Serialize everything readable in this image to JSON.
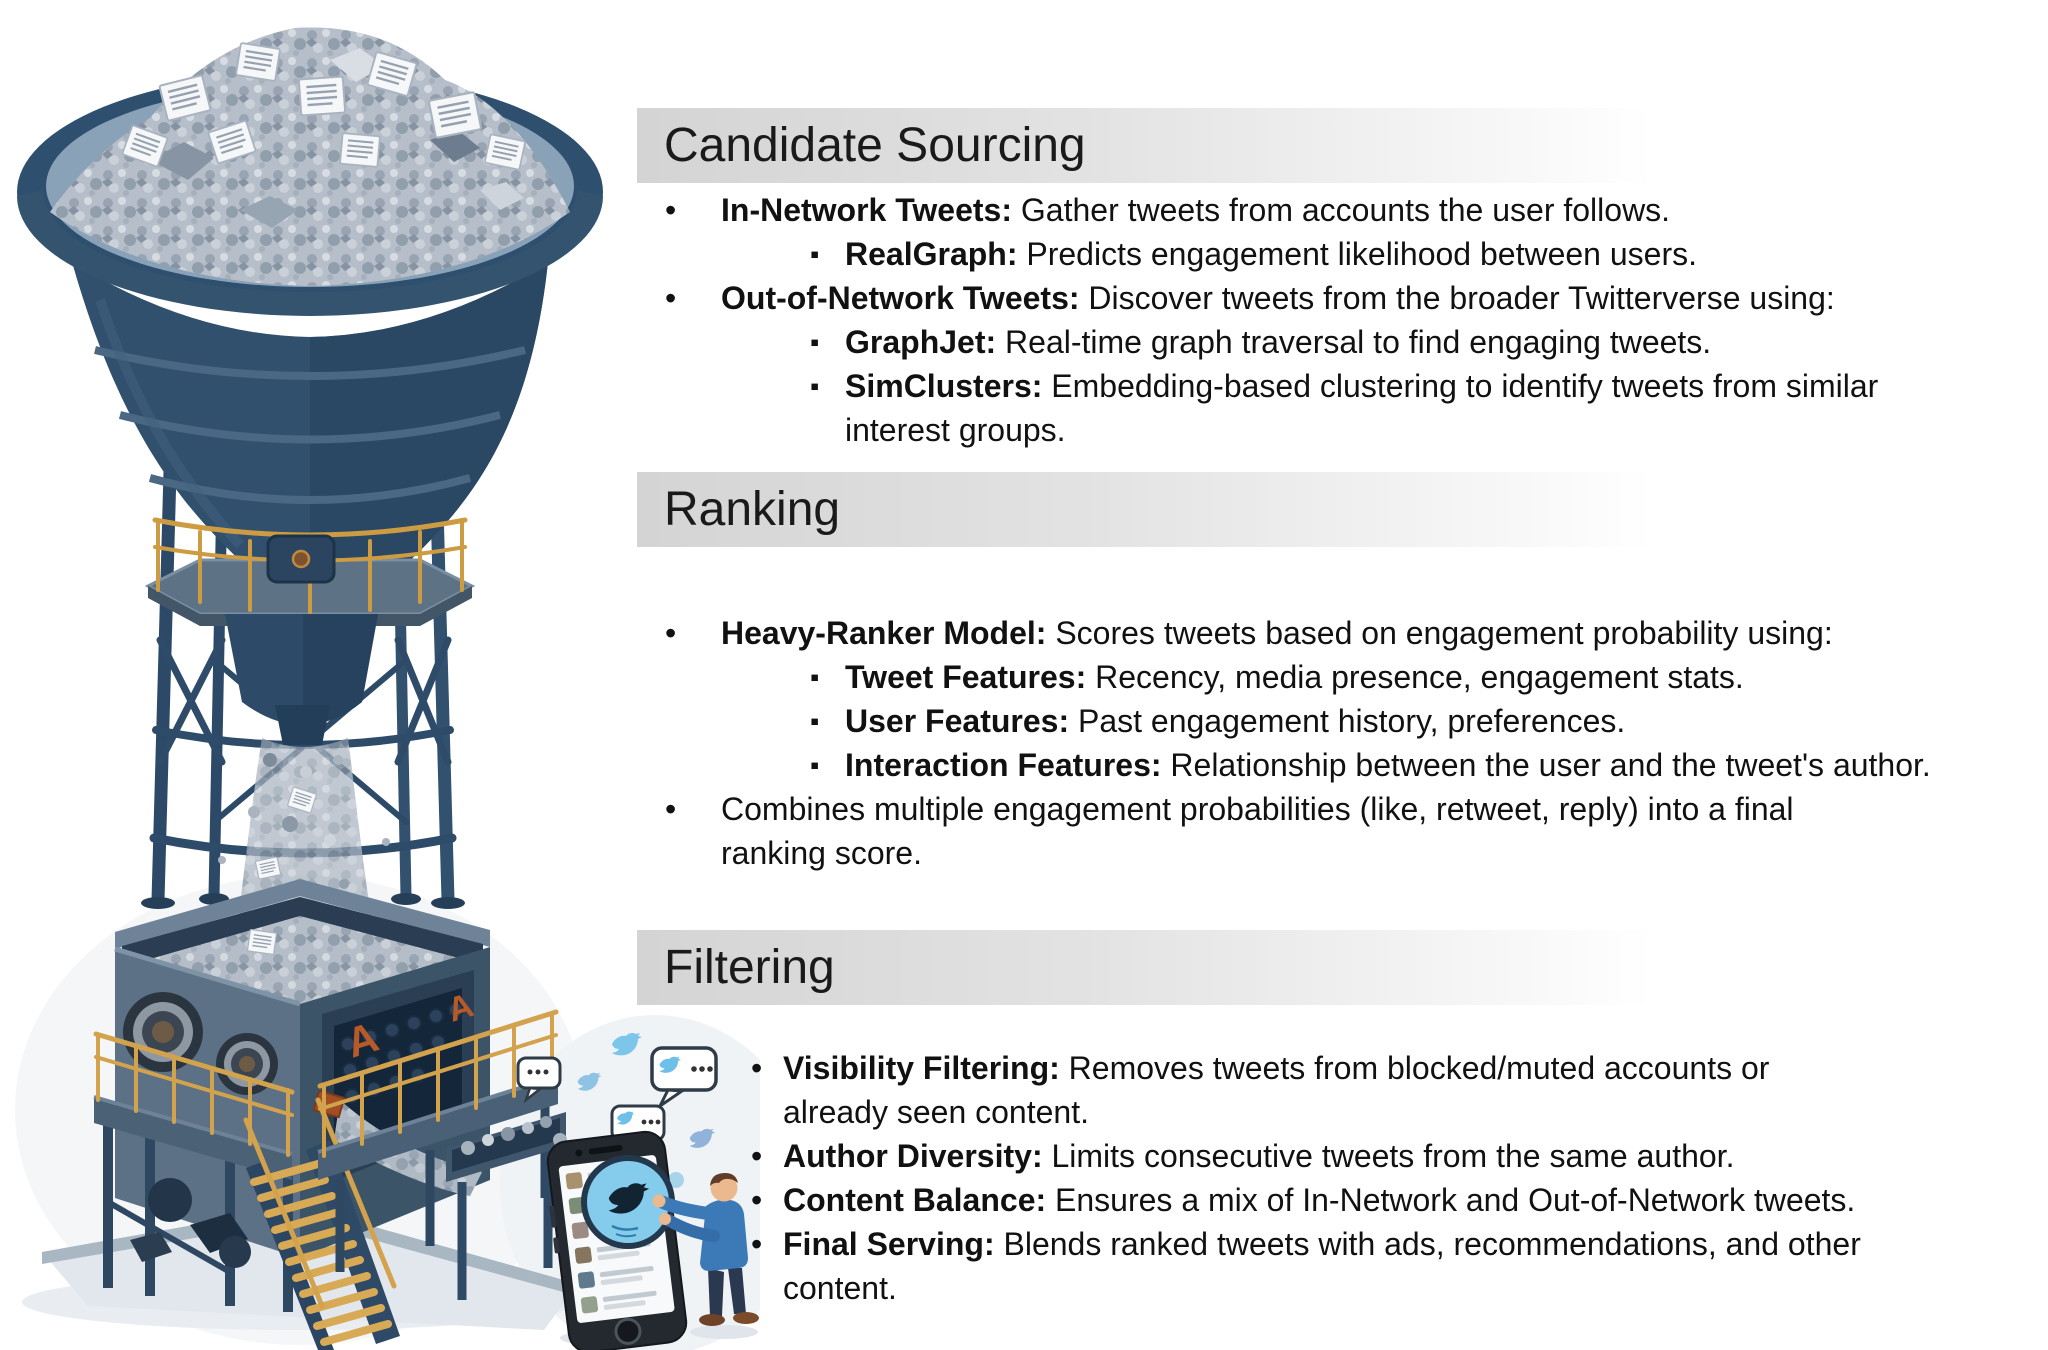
{
  "glyphs": {
    "dot": "•",
    "square": "▪"
  },
  "sections": [
    {
      "title": "Candidate Sourcing",
      "items": [
        {
          "lead": "In-Network Tweets:",
          "rest": " Gather tweets from accounts the user follows.",
          "rest2": ""
        },
        {
          "lead": "RealGraph:",
          "rest": " Predicts engagement likelihood between users.",
          "rest2": ""
        },
        {
          "lead": "Out-of-Network Tweets:",
          "rest": " Discover tweets from the broader Twitterverse using:",
          "rest2": ""
        },
        {
          "lead": "GraphJet:",
          "rest": " Real-time graph traversal to find engaging tweets.",
          "rest2": ""
        },
        {
          "lead": "SimClusters:",
          "rest": " Embedding-based clustering to identify tweets from similar",
          "rest2": "interest groups."
        }
      ]
    },
    {
      "title": "Ranking",
      "items": [
        {
          "lead": "Heavy-Ranker Model:",
          "rest": " Scores tweets based on engagement probability using:",
          "rest2": ""
        },
        {
          "lead": "Tweet Features:",
          "rest": " Recency, media presence, engagement stats.",
          "rest2": ""
        },
        {
          "lead": "User Features:",
          "rest": " Past engagement history, preferences.",
          "rest2": ""
        },
        {
          "lead": "Interaction Features:",
          "rest": " Relationship between the user and the tweet's author.",
          "rest2": ""
        },
        {
          "lead": "",
          "rest": "Combines multiple engagement probabilities (like, retweet, reply) into a final",
          "rest2": "ranking score."
        }
      ]
    },
    {
      "title": "Filtering",
      "items": [
        {
          "lead": "Visibility Filtering:",
          "rest": " Removes tweets from blocked/muted accounts or",
          "rest2": "already seen content."
        },
        {
          "lead": "Author Diversity:",
          "rest": " Limits consecutive tweets from the same author.",
          "rest2": ""
        },
        {
          "lead": "Content Balance:",
          "rest": " Ensures a mix of In-Network and Out-of-Network tweets.",
          "rest2": ""
        },
        {
          "lead": "Final Serving:",
          "rest": " Blends ranked tweets with ads, recommendations, and other",
          "rest2": "content."
        }
      ]
    }
  ],
  "illustration": {
    "hazard_label": "A",
    "icons": [
      "tweet-funnel",
      "rubble-pile",
      "paper-documents",
      "support-tower",
      "maintenance-platform",
      "debris-stream",
      "crusher-machine",
      "machine-dial",
      "safety-railing",
      "stairs",
      "output-chute",
      "base-platform",
      "smartphone",
      "tweet-feed",
      "bird-badge",
      "user-figure",
      "twitter-bird-icon",
      "speech-bubble-icon"
    ],
    "colors": {
      "funnel": "#30506e",
      "funnel_dark": "#294561",
      "rim_inner": "#8aa2b8",
      "rubble": "#b4bdc8",
      "paper": "#f5f7f9",
      "railing_orange": "#cd9c42",
      "machine_face": "#5c7185",
      "machine_side": "#3c5468",
      "portal": "#14263a",
      "hazard_orange": "#b55a28",
      "bird_blue": "#7cc7e9",
      "badge_blue": "#85ccec",
      "sweater_blue": "#3c79b7",
      "pants_navy": "#2b3950"
    }
  }
}
